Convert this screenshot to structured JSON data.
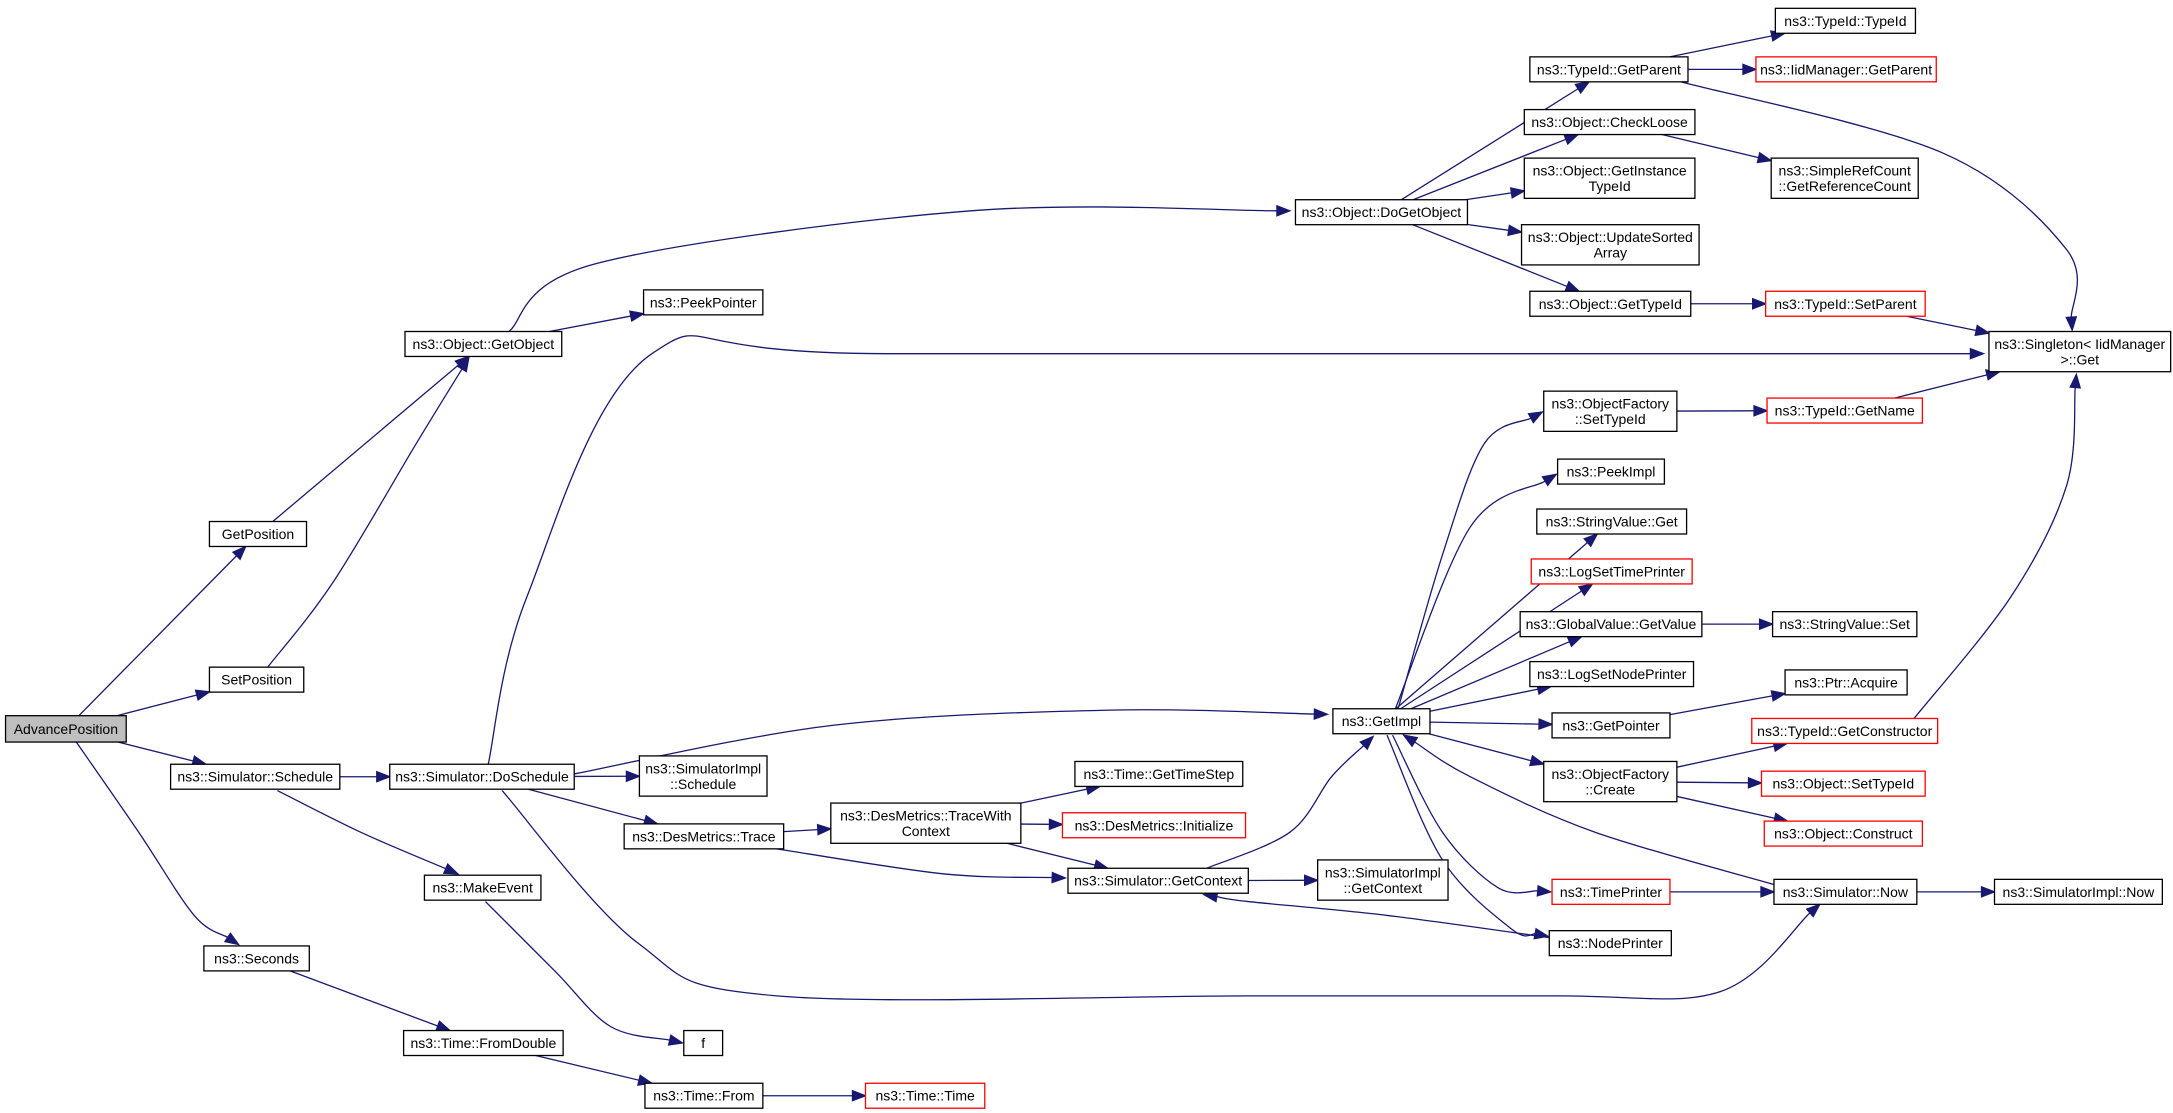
{
  "colors": {
    "edge": "#191970",
    "border": "#000000",
    "border_external": "#ff0000",
    "root_fill": "#bfbfbf",
    "background": "#ffffff"
  },
  "nodes": [
    {
      "id": "advanceposition",
      "lines": [
        "AdvancePosition"
      ],
      "root": true
    },
    {
      "id": "getposition",
      "lines": [
        "GetPosition"
      ]
    },
    {
      "id": "setposition",
      "lines": [
        "SetPosition"
      ]
    },
    {
      "id": "simulator-schedule",
      "lines": [
        "ns3::Simulator::Schedule"
      ]
    },
    {
      "id": "seconds",
      "lines": [
        "ns3::Seconds"
      ]
    },
    {
      "id": "object-getobject",
      "lines": [
        "ns3::Object::GetObject"
      ]
    },
    {
      "id": "peekpointer",
      "lines": [
        "ns3::PeekPointer"
      ]
    },
    {
      "id": "simulator-doschedule",
      "lines": [
        "ns3::Simulator::DoSchedule"
      ]
    },
    {
      "id": "makeevent",
      "lines": [
        "ns3::MakeEvent"
      ]
    },
    {
      "id": "time-fromdouble",
      "lines": [
        "ns3::Time::FromDouble"
      ]
    },
    {
      "id": "simulatorimpl-schedule",
      "lines": [
        "ns3::SimulatorImpl",
        "::Schedule"
      ]
    },
    {
      "id": "desmetrics-trace",
      "lines": [
        "ns3::DesMetrics::Trace"
      ]
    },
    {
      "id": "f",
      "lines": [
        "f"
      ]
    },
    {
      "id": "time-from",
      "lines": [
        "ns3::Time::From"
      ]
    },
    {
      "id": "time-time",
      "lines": [
        "ns3::Time::Time"
      ],
      "external": true
    },
    {
      "id": "desmetrics-tracewithcontext",
      "lines": [
        "ns3::DesMetrics::TraceWith",
        "Context"
      ]
    },
    {
      "id": "time-gettimestep",
      "lines": [
        "ns3::Time::GetTimeStep"
      ]
    },
    {
      "id": "desmetrics-initialize",
      "lines": [
        "ns3::DesMetrics::Initialize"
      ],
      "external": true
    },
    {
      "id": "simulator-getcontext",
      "lines": [
        "ns3::Simulator::GetContext"
      ]
    },
    {
      "id": "simulatorimpl-getcontext",
      "lines": [
        "ns3::SimulatorImpl",
        "::GetContext"
      ]
    },
    {
      "id": "getimpl",
      "lines": [
        "ns3::GetImpl"
      ]
    },
    {
      "id": "object-dogetobject",
      "lines": [
        "ns3::Object::DoGetObject"
      ]
    },
    {
      "id": "typeid-getparent",
      "lines": [
        "ns3::TypeId::GetParent"
      ]
    },
    {
      "id": "object-checkloose",
      "lines": [
        "ns3::Object::CheckLoose"
      ]
    },
    {
      "id": "object-getinstancetypeid",
      "lines": [
        "ns3::Object::GetInstance",
        "TypeId"
      ]
    },
    {
      "id": "object-updatesortedarray",
      "lines": [
        "ns3::Object::UpdateSorted",
        "Array"
      ]
    },
    {
      "id": "object-gettypeid",
      "lines": [
        "ns3::Object::GetTypeId"
      ]
    },
    {
      "id": "typeid-typeid",
      "lines": [
        "ns3::TypeId::TypeId"
      ]
    },
    {
      "id": "iidmanager-getparent",
      "lines": [
        "ns3::IidManager::GetParent"
      ],
      "external": true
    },
    {
      "id": "simplerefcount-getreferencecount",
      "lines": [
        "ns3::SimpleRefCount",
        "::GetReferenceCount"
      ]
    },
    {
      "id": "typeid-setparent",
      "lines": [
        "ns3::TypeId::SetParent"
      ],
      "external": true
    },
    {
      "id": "singleton-get",
      "lines": [
        "ns3::Singleton< IidManager",
        ">::Get"
      ]
    },
    {
      "id": "objectfactory-settypeid",
      "lines": [
        "ns3::ObjectFactory",
        "::SetTypeId"
      ]
    },
    {
      "id": "typeid-getname",
      "lines": [
        "ns3::TypeId::GetName"
      ],
      "external": true
    },
    {
      "id": "peekimpl",
      "lines": [
        "ns3::PeekImpl"
      ]
    },
    {
      "id": "stringvalue-get",
      "lines": [
        "ns3::StringValue::Get"
      ]
    },
    {
      "id": "logsettimeprinter",
      "lines": [
        "ns3::LogSetTimePrinter"
      ],
      "external": true
    },
    {
      "id": "globalvalue-getvalue",
      "lines": [
        "ns3::GlobalValue::GetValue"
      ]
    },
    {
      "id": "stringvalue-set",
      "lines": [
        "ns3::StringValue::Set"
      ]
    },
    {
      "id": "logsetnodeprinter",
      "lines": [
        "ns3::LogSetNodePrinter"
      ]
    },
    {
      "id": "getpointer",
      "lines": [
        "ns3::GetPointer"
      ]
    },
    {
      "id": "ptr-acquire",
      "lines": [
        "ns3::Ptr::Acquire"
      ]
    },
    {
      "id": "objectfactory-create",
      "lines": [
        "ns3::ObjectFactory",
        "::Create"
      ]
    },
    {
      "id": "typeid-getconstructor",
      "lines": [
        "ns3::TypeId::GetConstructor"
      ],
      "external": true
    },
    {
      "id": "object-settypeid",
      "lines": [
        "ns3::Object::SetTypeId"
      ],
      "external": true
    },
    {
      "id": "object-construct",
      "lines": [
        "ns3::Object::Construct"
      ],
      "external": true
    },
    {
      "id": "timeprinter",
      "lines": [
        "ns3::TimePrinter"
      ],
      "external": true
    },
    {
      "id": "simulator-now",
      "lines": [
        "ns3::Simulator::Now"
      ]
    },
    {
      "id": "simulatorimpl-now",
      "lines": [
        "ns3::SimulatorImpl::Now"
      ]
    },
    {
      "id": "nodeprinter",
      "lines": [
        "ns3::NodePrinter"
      ]
    }
  ],
  "edges": [
    [
      "advanceposition",
      "getposition"
    ],
    [
      "advanceposition",
      "setposition"
    ],
    [
      "advanceposition",
      "simulator-schedule"
    ],
    [
      "advanceposition",
      "seconds"
    ],
    [
      "getposition",
      "object-getobject"
    ],
    [
      "setposition",
      "object-getobject"
    ],
    [
      "object-getobject",
      "object-dogetobject"
    ],
    [
      "object-getobject",
      "peekpointer"
    ],
    [
      "simulator-schedule",
      "simulator-doschedule"
    ],
    [
      "simulator-schedule",
      "makeevent"
    ],
    [
      "simulator-doschedule",
      "singleton-get"
    ],
    [
      "simulator-doschedule",
      "getimpl"
    ],
    [
      "simulator-doschedule",
      "simulatorimpl-schedule"
    ],
    [
      "simulator-doschedule",
      "desmetrics-trace"
    ],
    [
      "simulator-doschedule",
      "simulator-now"
    ],
    [
      "makeevent",
      "f"
    ],
    [
      "seconds",
      "time-fromdouble"
    ],
    [
      "time-fromdouble",
      "time-from"
    ],
    [
      "time-from",
      "time-time"
    ],
    [
      "desmetrics-trace",
      "desmetrics-tracewithcontext"
    ],
    [
      "desmetrics-trace",
      "simulator-getcontext"
    ],
    [
      "desmetrics-tracewithcontext",
      "time-gettimestep"
    ],
    [
      "desmetrics-tracewithcontext",
      "desmetrics-initialize"
    ],
    [
      "desmetrics-tracewithcontext",
      "simulator-getcontext"
    ],
    [
      "simulator-getcontext",
      "getimpl"
    ],
    [
      "simulator-getcontext",
      "simulatorimpl-getcontext"
    ],
    [
      "object-dogetobject",
      "typeid-getparent"
    ],
    [
      "object-dogetobject",
      "object-checkloose"
    ],
    [
      "object-dogetobject",
      "object-getinstancetypeid"
    ],
    [
      "object-dogetobject",
      "object-updatesortedarray"
    ],
    [
      "object-dogetobject",
      "object-gettypeid"
    ],
    [
      "typeid-getparent",
      "typeid-typeid"
    ],
    [
      "typeid-getparent",
      "iidmanager-getparent"
    ],
    [
      "typeid-getparent",
      "singleton-get"
    ],
    [
      "object-checkloose",
      "simplerefcount-getreferencecount"
    ],
    [
      "object-gettypeid",
      "typeid-setparent"
    ],
    [
      "typeid-setparent",
      "singleton-get"
    ],
    [
      "getimpl",
      "objectfactory-settypeid"
    ],
    [
      "getimpl",
      "peekimpl"
    ],
    [
      "getimpl",
      "stringvalue-get"
    ],
    [
      "getimpl",
      "logsettimeprinter"
    ],
    [
      "getimpl",
      "globalvalue-getvalue"
    ],
    [
      "getimpl",
      "logsetnodeprinter"
    ],
    [
      "getimpl",
      "getpointer"
    ],
    [
      "getimpl",
      "objectfactory-create"
    ],
    [
      "getimpl",
      "timeprinter"
    ],
    [
      "getimpl",
      "nodeprinter"
    ],
    [
      "objectfactory-settypeid",
      "typeid-getname"
    ],
    [
      "typeid-getname",
      "singleton-get"
    ],
    [
      "globalvalue-getvalue",
      "stringvalue-set"
    ],
    [
      "getpointer",
      "ptr-acquire"
    ],
    [
      "objectfactory-create",
      "typeid-getconstructor"
    ],
    [
      "objectfactory-create",
      "object-settypeid"
    ],
    [
      "objectfactory-create",
      "object-construct"
    ],
    [
      "typeid-getconstructor",
      "singleton-get"
    ],
    [
      "timeprinter",
      "simulator-now"
    ],
    [
      "simulator-now",
      "getimpl"
    ],
    [
      "simulator-now",
      "simulatorimpl-now"
    ],
    [
      "nodeprinter",
      "simulator-getcontext"
    ]
  ]
}
